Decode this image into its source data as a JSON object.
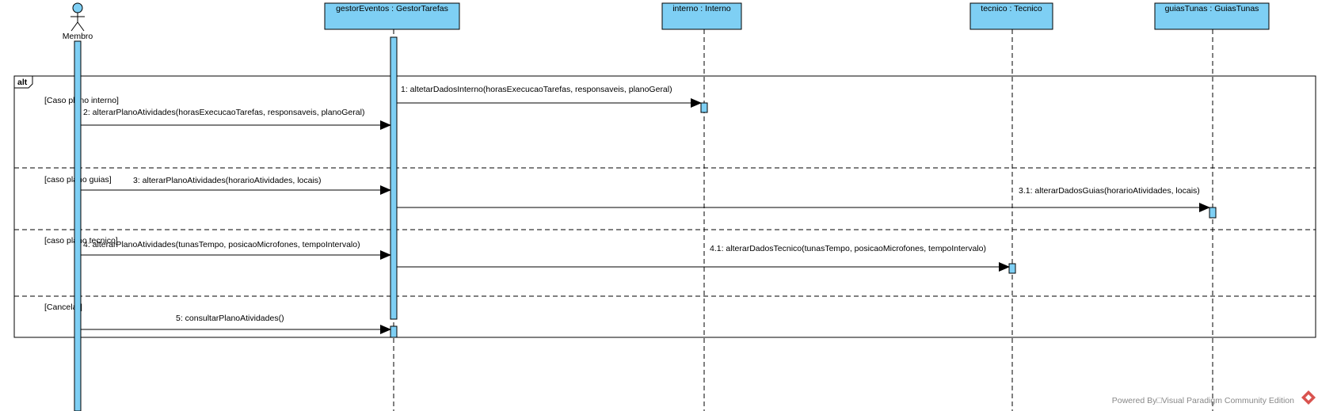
{
  "diagram": {
    "actor": {
      "name": "Membro"
    },
    "lifelines": [
      {
        "name": "gestorEventos : GestorTarefas"
      },
      {
        "name": "interno : Interno"
      },
      {
        "name": "tecnico : Tecnico"
      },
      {
        "name": "guiasTunas : GuiasTunas"
      }
    ],
    "fragment": {
      "operator": "alt",
      "guards": [
        "[Caso plano interno]",
        "[caso plano guias]",
        "[caso plano tecnico]",
        "[Cancelar]"
      ]
    },
    "messages": [
      {
        "label": "1: altetarDadosInterno(horasExecucaoTarefas, responsaveis, planoGeral)"
      },
      {
        "label": "2: alterarPlanoAtividades(horasExecucaoTarefas, responsaveis, planoGeral)"
      },
      {
        "label": "3: alterarPlanoAtividades(horarioAtividades, locais)"
      },
      {
        "label": "3.1: alterarDadosGuias(horarioAtividades, locais)"
      },
      {
        "label": "4: alterarPlanoAtividades(tunasTempo, posicaoMicrofones, tempoIntervalo)"
      },
      {
        "label": "4.1: alterarDadosTecnico(tunasTempo, posicaoMicrofones, tempoIntervalo)"
      },
      {
        "label": "5: consultarPlanoAtividades()"
      }
    ]
  },
  "footer": {
    "text": "Powered By□Visual Paradigm Community Edition"
  },
  "colors": {
    "lifeline_fill": "#7ecff4",
    "border": "#000000",
    "logo": "#d9534f"
  }
}
